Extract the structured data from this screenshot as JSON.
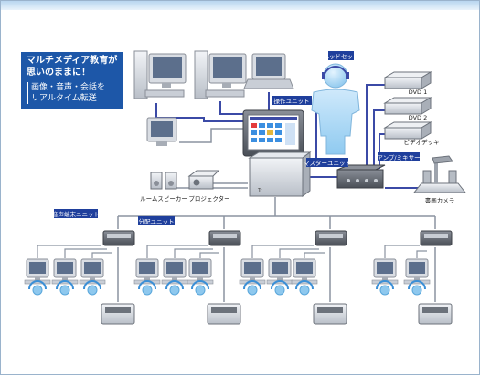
{
  "headline": {
    "line1": "マルチメディア教育が",
    "line2": "思いのままに！",
    "sub1": "画像・音声・会話を",
    "sub2": "リアルタイム転送"
  },
  "labels": {
    "headset": "ヘッドセット",
    "control_unit": "操作ユニット",
    "master_unit": "マスターユニット",
    "dvd1": "DVD 1",
    "dvd2": "DVD 2",
    "video_deck": "ビデオデッキ",
    "amp_mixer": "アンプ/ミキサー",
    "doc_camera": "書画カメラ",
    "room_speaker": "ルームスピーカー",
    "projector": "プロジェクター",
    "audio_terminal_unit": "音声端末ユニット",
    "branch_unit": "分配ユニット"
  },
  "colors": {
    "panel_blue": "#1d57a8",
    "line_blue": "#3b4aa6",
    "line_gray": "#8b93a0",
    "label_bg": "#1f3f9c"
  }
}
